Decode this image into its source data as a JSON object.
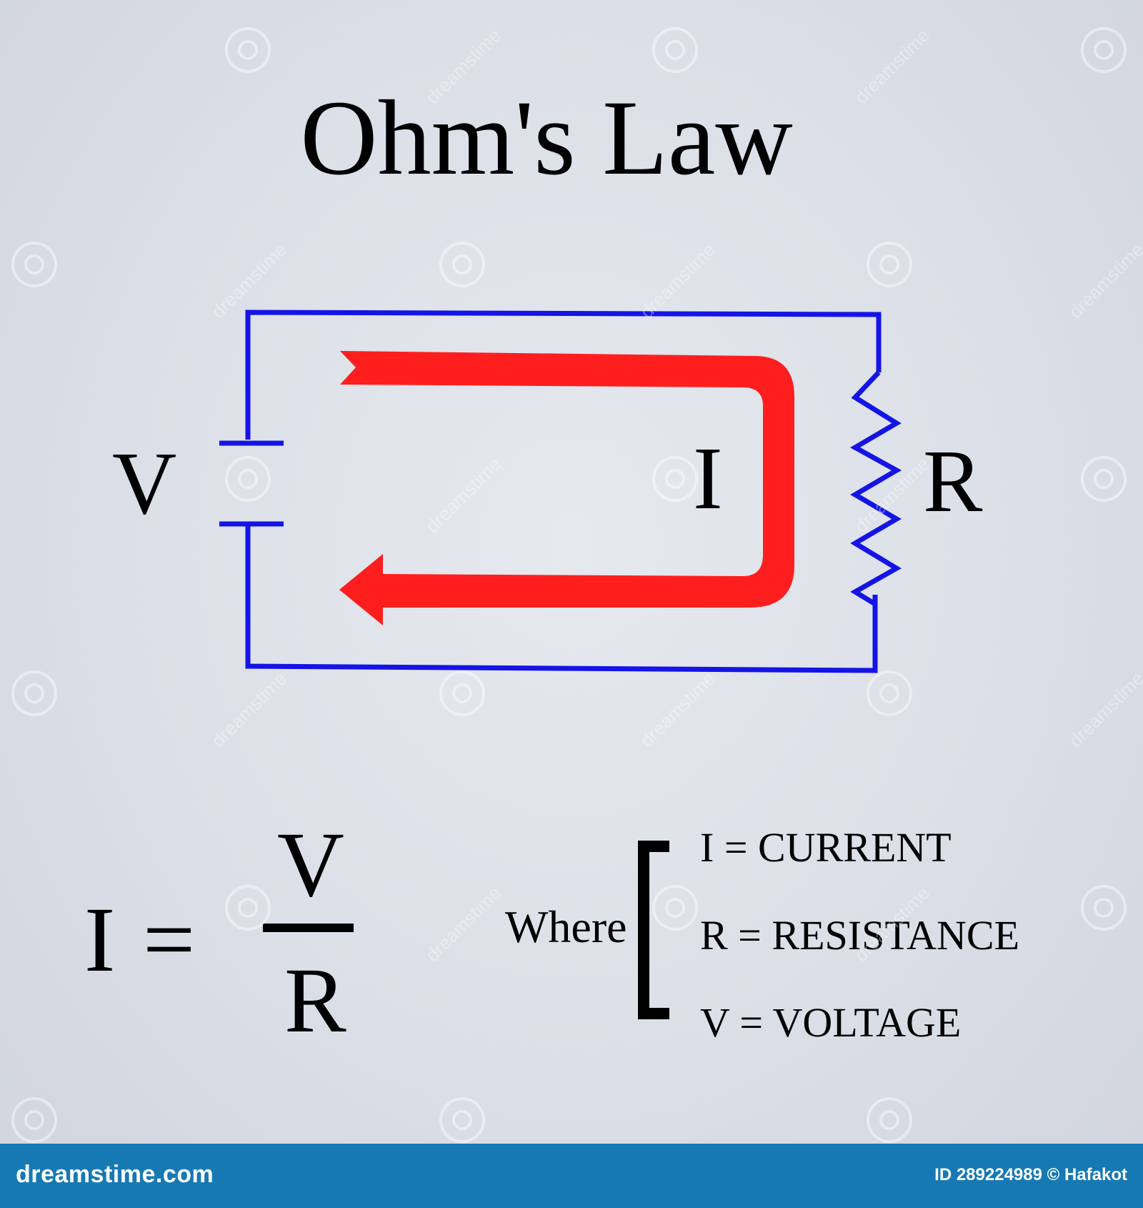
{
  "title": "Ohm's Law",
  "circuit": {
    "voltage_label": "V",
    "current_label": "I",
    "resistance_label": "R",
    "wire_color": "#1414e6",
    "current_arrow_color": "#ff1e1e"
  },
  "formula": {
    "lhs": "I",
    "equals": "=",
    "numerator": "V",
    "denominator": "R"
  },
  "legend": {
    "where_label": "Where",
    "items": [
      {
        "text": "I = CURRENT"
      },
      {
        "text": "R = RESISTANCE"
      },
      {
        "text": "V = VOLTAGE"
      }
    ]
  },
  "watermark": {
    "text": "dreamstime",
    "footer_site": "dreamstime.com",
    "footer_id": "ID 289224989 © Hafakot"
  },
  "colors": {
    "footer_bg": "#1679b3"
  }
}
